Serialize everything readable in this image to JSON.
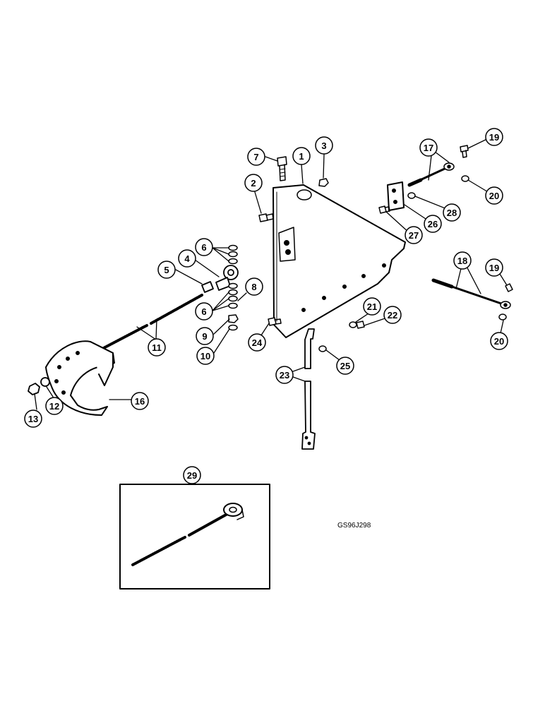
{
  "drawing_code": "GS96J298",
  "callouts": [
    "1",
    "2",
    "3",
    "4",
    "5",
    "6",
    "6",
    "7",
    "8",
    "9",
    "10",
    "11",
    "12",
    "13",
    "16",
    "17",
    "18",
    "19",
    "19",
    "20",
    "20",
    "21",
    "22",
    "23",
    "24",
    "25",
    "26",
    "27",
    "28",
    "29"
  ],
  "inset": {
    "callout": "29"
  }
}
